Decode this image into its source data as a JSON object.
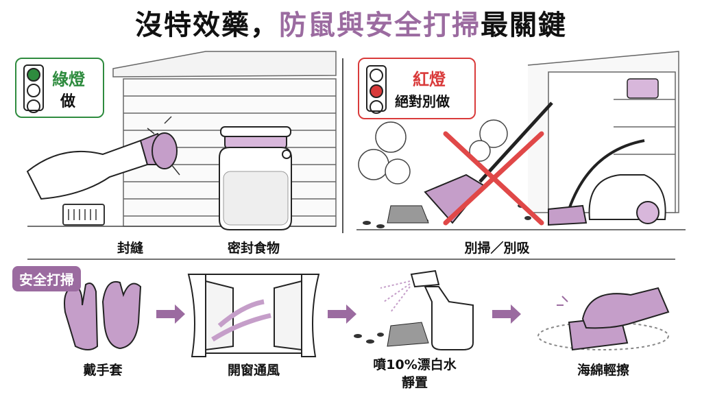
{
  "title": {
    "part1": "沒特效藥，",
    "part2": "防鼠與安全打掃",
    "part3": "最關鍵"
  },
  "green_light": {
    "line1": "綠燈",
    "line2": "做"
  },
  "red_light": {
    "line1": "紅燈",
    "line2": "絕對別做"
  },
  "do_items": [
    "封縫",
    "密封食物"
  ],
  "dont_items": [
    "別掃／別吸"
  ],
  "safe_cleaning": {
    "label": "安全打掃",
    "steps": [
      "戴手套",
      "開窗通風",
      "噴10%漂白水",
      "靜置",
      "海綿輕擦"
    ]
  },
  "colors": {
    "accent": "#9b6ba0",
    "go": "#2e8b3e",
    "stop": "#d93a3a"
  }
}
